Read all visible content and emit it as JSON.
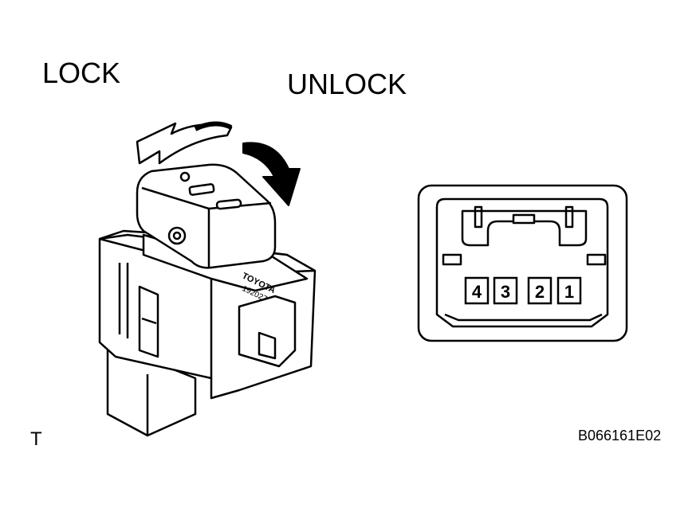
{
  "labels": {
    "lock": "LOCK",
    "unlock": "UNLOCK",
    "corner_mark": "T",
    "figure_code": "B066161E02"
  },
  "switch_marking": {
    "brand": "TOYOTA",
    "code": "192027"
  },
  "connector": {
    "pins": [
      "4",
      "3",
      "2",
      "1"
    ]
  }
}
